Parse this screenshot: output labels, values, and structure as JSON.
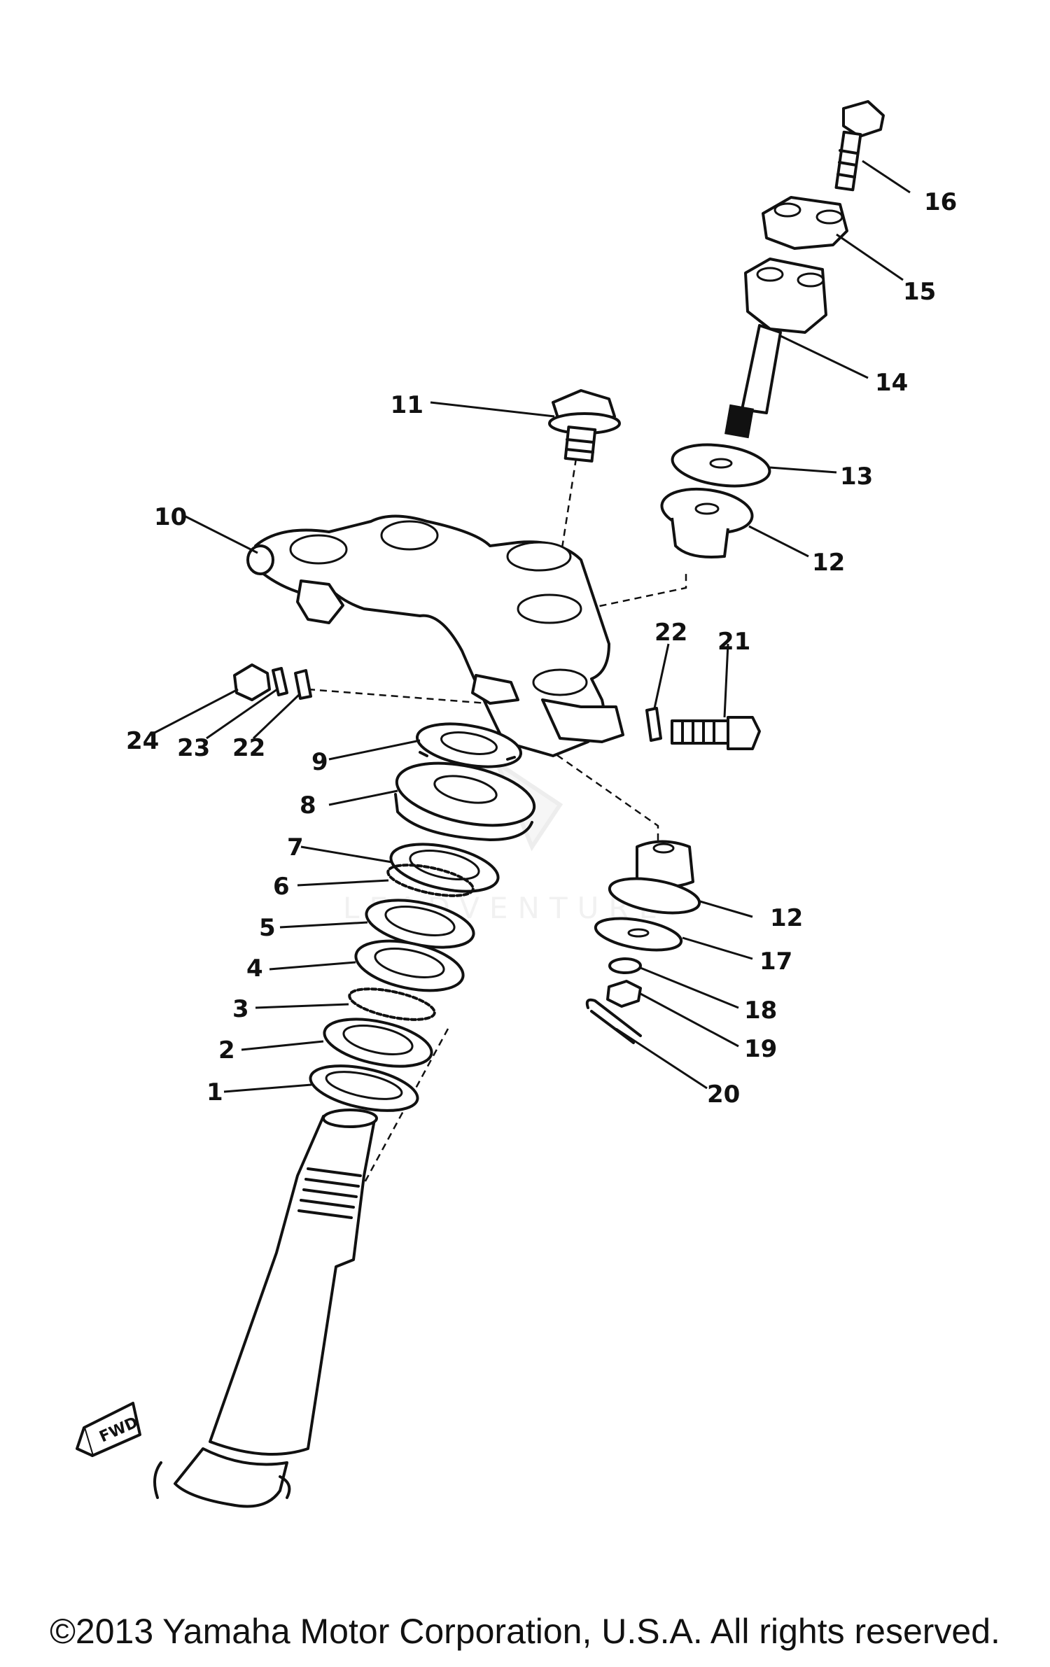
{
  "callouts": [
    {
      "n": "1"
    },
    {
      "n": "2"
    },
    {
      "n": "3"
    },
    {
      "n": "4"
    },
    {
      "n": "5"
    },
    {
      "n": "6"
    },
    {
      "n": "7"
    },
    {
      "n": "8"
    },
    {
      "n": "9"
    },
    {
      "n": "10"
    },
    {
      "n": "11"
    },
    {
      "n": "12"
    },
    {
      "n": "12"
    },
    {
      "n": "13"
    },
    {
      "n": "14"
    },
    {
      "n": "15"
    },
    {
      "n": "16"
    },
    {
      "n": "17"
    },
    {
      "n": "18"
    },
    {
      "n": "19"
    },
    {
      "n": "20"
    },
    {
      "n": "21"
    },
    {
      "n": "22"
    },
    {
      "n": "22"
    },
    {
      "n": "23"
    },
    {
      "n": "24"
    }
  ],
  "fwd_label": "FWD",
  "watermark": "LEADVENTURE",
  "copyright": "©2013 Yamaha Motor Corporation, U.S.A. All rights reserved."
}
